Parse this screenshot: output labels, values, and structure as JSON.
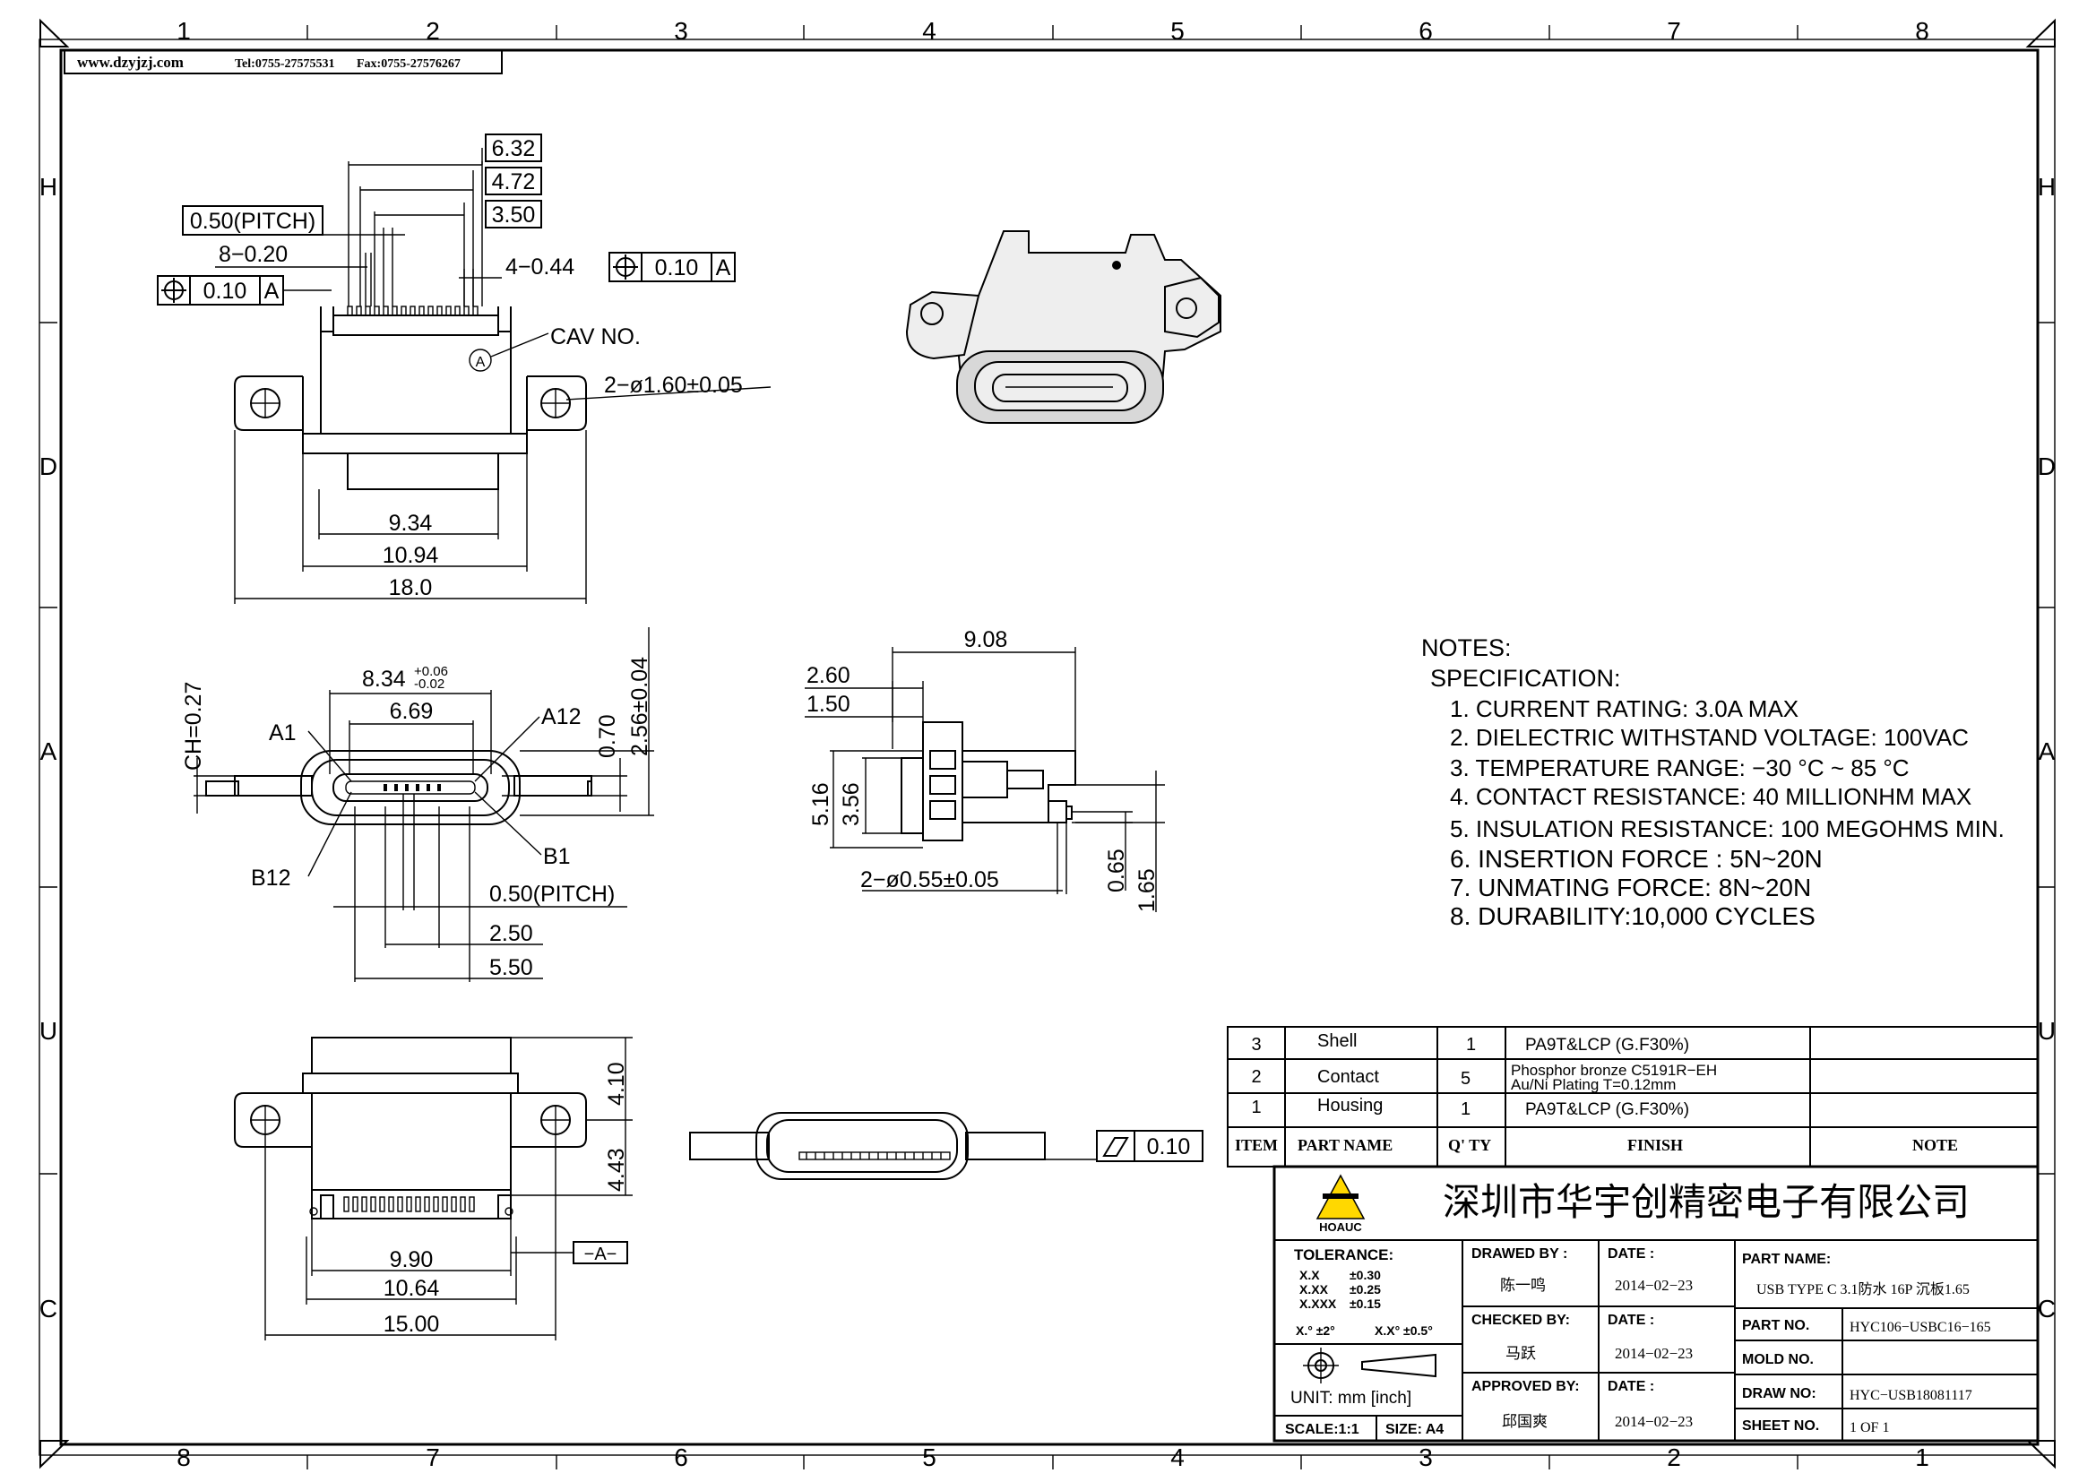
{
  "header_contact": {
    "website": "www.dzyjzj.com",
    "tel": "Tel:0755-27575531",
    "fax": "Fax:0755-27576267"
  },
  "grid": {
    "top_numbers": [
      "1",
      "2",
      "3",
      "4",
      "5",
      "6",
      "7",
      "8"
    ],
    "bottom_numbers": [
      "8",
      "7",
      "6",
      "5",
      "4",
      "3",
      "2",
      "1"
    ],
    "side_letters": [
      "H",
      "D",
      "A",
      "U",
      "C"
    ]
  },
  "top_view": {
    "dims": {
      "d632": "6.32",
      "d472": "4.72",
      "d350": "3.50",
      "pitch": "0.50(PITCH)",
      "pins": "8−0.20",
      "holes": "4−0.44",
      "tol": "0.10",
      "datum": "A",
      "cav": "CAV  NO.",
      "cav_mark": "A",
      "mount": "2−ø1.60±0.05",
      "d934": "9.34",
      "d1094": "10.94",
      "d180": "18.0"
    }
  },
  "front_view": {
    "dims": {
      "d834": "8.34",
      "d834_up": "+0.06",
      "d834_lo": "-0.02",
      "d669": "6.69",
      "a1": "A1",
      "a12": "A12",
      "b1": "B1",
      "b12": "B12",
      "ch": "CH=0.27",
      "d070": "0.70",
      "d256": "2.56±0.04",
      "pitch": "0.50(PITCH)",
      "d250": "2.50",
      "d550": "5.50"
    }
  },
  "side_view": {
    "dims": {
      "d908": "9.08",
      "d260": "2.60",
      "d150": "1.50",
      "d516": "5.16",
      "d356": "3.56",
      "pins": "2−ø0.55±0.05",
      "d065": "0.65",
      "d165": "1.65"
    }
  },
  "bottom_view": {
    "dims": {
      "d410": "4.10",
      "d443": "4.43",
      "d990": "9.90",
      "d1064": "10.64",
      "d1500": "15.00",
      "datum": "−A−"
    }
  },
  "flatness": {
    "value": "0.10"
  },
  "notes": {
    "title": "NOTES:",
    "spec": "SPECIFICATION:",
    "items": [
      "1. CURRENT RATING: 3.0A MAX",
      "2. DIELECTRIC WITHSTAND VOLTAGE: 100VAC",
      "3. TEMPERATURE RANGE: −30 °C ~ 85 °C",
      "4. CONTACT RESISTANCE: 40 MILLIONHM MAX",
      "5. INSULATION RESISTANCE: 100 MEGOHMS MIN.",
      "6.  INSERTION  FORCE  :  5N~20N",
      "7.  UNMATING  FORCE: 8N~20N",
      "8.  DURABILITY:10,000  CYCLES"
    ]
  },
  "bom": {
    "headers": {
      "item": "ITEM",
      "part": "PART NAME",
      "qty": "Q' TY",
      "finish": "FINISH",
      "note": "NOTE"
    },
    "rows": [
      {
        "item": "3",
        "part": "Shell",
        "qty": "1",
        "finish1": "PA9T&LCP  (G.F30%)",
        "finish2": ""
      },
      {
        "item": "2",
        "part": "Contact",
        "qty": "5",
        "finish1": "Phosphor  bronze  C5191R−EH",
        "finish2": "Au/Ni   Plating   T=0.12mm"
      },
      {
        "item": "1",
        "part": "Housing",
        "qty": "1",
        "finish1": "PA9T&LCP  (G.F30%)",
        "finish2": ""
      }
    ]
  },
  "title_block": {
    "logo_text": "HOAUC",
    "company": "深圳市华宇创精密电子有限公司",
    "tolerance_label": "TOLERANCE:",
    "tol_lines": [
      {
        "k": "X.X",
        "v": "±0.30"
      },
      {
        "k": "X.XX",
        "v": "±0.25"
      },
      {
        "k": "X.XXX",
        "v": "±0.15"
      }
    ],
    "angle1": "X.°  ±2°",
    "angle2": "X.X°  ±0.5°",
    "unit": "UNIT:  mm  [inch]",
    "scale": "SCALE:1:1",
    "size": "SIZE: A4",
    "drawn_by": "DRAWED  BY  :",
    "drawn_name": "陈一鸣",
    "checked_by": "CHECKED  BY:",
    "checked_name": "马跃",
    "approved_by": "APPROVED  BY:",
    "approved_name": "邱国爽",
    "date_label": "DATE  :",
    "date": "2014−02−23",
    "part_name_label": "PART  NAME:",
    "part_name": "USB  TYPE  C  3.1防水  16P  沉板1.65",
    "part_no_label": "PART  NO.",
    "part_no": "HYC106−USBC16−165",
    "mold_no_label": "MOLD  NO.",
    "mold_no": "",
    "draw_no_label": "DRAW  NO:",
    "draw_no": "HYC−USB18081117",
    "sheet_no_label": "SHEET  NO.",
    "sheet_no": "1  OF  1"
  }
}
